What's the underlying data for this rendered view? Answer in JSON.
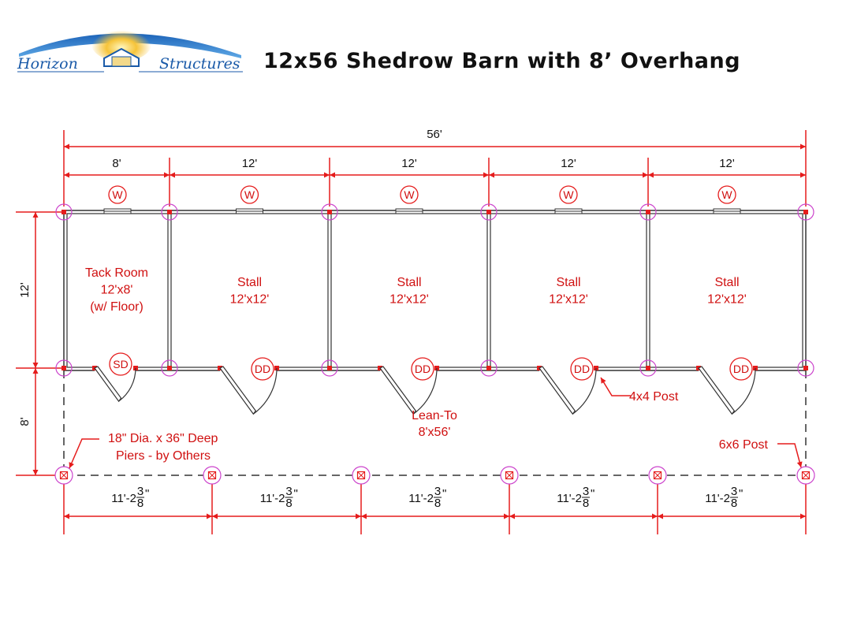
{
  "brand": {
    "word1": "Horizon",
    "word2": "Structures"
  },
  "title": "12x56 Shedrow Barn with 8’ Overhang",
  "dimensions": {
    "overall": "56'",
    "bays": [
      "8'",
      "12'",
      "12'",
      "12'",
      "12'"
    ],
    "depth_enclosed": "12'",
    "depth_overhang": "8'",
    "pier_spacing": [
      "11'-2",
      "11'-2",
      "11'-2",
      "11'-2",
      "11'-2"
    ],
    "pier_fraction_num": "3",
    "pier_fraction_den": "8",
    "pier_inch_mark": "\""
  },
  "rooms": [
    {
      "lines": [
        "Tack Room",
        "12'x8'",
        "(w/ Floor)"
      ],
      "door": "SD"
    },
    {
      "lines": [
        "Stall",
        "12'x12'"
      ],
      "door": "DD"
    },
    {
      "lines": [
        "Stall",
        "12'x12'"
      ],
      "door": "DD"
    },
    {
      "lines": [
        "Stall",
        "12'x12'"
      ],
      "door": "DD"
    },
    {
      "lines": [
        "Stall",
        "12'x12'"
      ],
      "door": "DD"
    }
  ],
  "window_label": "W",
  "lean_to": {
    "name": "Lean-To",
    "size": "8'x56'"
  },
  "notes": {
    "post_4x4": "4x4 Post",
    "post_6x6": "6x6 Post",
    "piers_line1": "18\" Dia. x 36\" Deep",
    "piers_line2": "Piers - by Others"
  },
  "colors": {
    "dimension": "#e51c1c",
    "wall": "#333333",
    "post_marker": "#cc44cc",
    "logo_blue": "#1a5aa8",
    "logo_sun": "#f6c43a"
  }
}
